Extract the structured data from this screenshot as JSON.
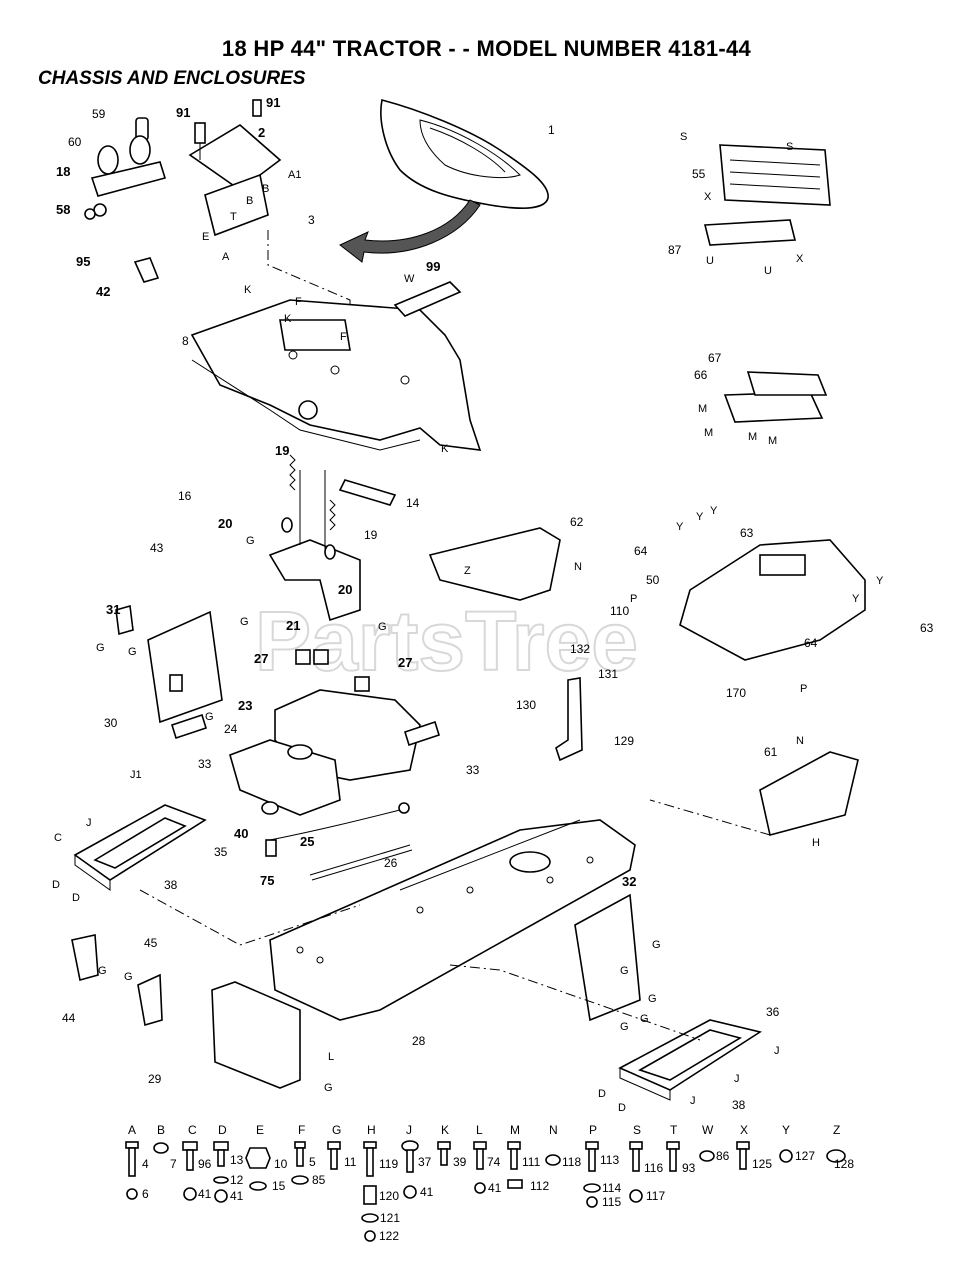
{
  "header": {
    "title": "18 HP 44\" TRACTOR - - MODEL NUMBER 4181-44",
    "section": "CHASSIS AND ENCLOSURES"
  },
  "watermark": {
    "text": "PartsTree",
    "mark": "TM"
  },
  "callouts": {
    "c1": "1",
    "c2": "2",
    "c3": "3",
    "c8": "8",
    "c14": "14",
    "c16": "16",
    "c18": "18",
    "c19a": "19",
    "c19b": "19",
    "c20a": "20",
    "c20b": "20",
    "c21": "21",
    "c23": "23",
    "c24": "24",
    "c25": "25",
    "c26": "26",
    "c27a": "27",
    "c27b": "27",
    "c28": "28",
    "c29": "29",
    "c30": "30",
    "c31": "31",
    "c32": "32",
    "c33a": "33",
    "c33b": "33",
    "c35": "35",
    "c36": "36",
    "c38a": "38",
    "c38b": "38",
    "c40": "40",
    "c42": "42",
    "c43": "43",
    "c44": "44",
    "c45": "45",
    "c50": "50",
    "c55": "55",
    "c58": "58",
    "c59": "59",
    "c60": "60",
    "c61": "61",
    "c62": "62",
    "c63a": "63",
    "c63b": "63",
    "c64a": "64",
    "c64b": "64",
    "c66": "66",
    "c67": "67",
    "c75": "75",
    "c87": "87",
    "c91a": "91",
    "c91b": "91",
    "c95": "95",
    "c99": "99",
    "c110": "110",
    "c129": "129",
    "c130": "130",
    "c131": "131",
    "c132": "132",
    "c170": "170"
  },
  "letters": {
    "A": "A",
    "B": "B",
    "C": "C",
    "D": "D",
    "E": "E",
    "F": "F",
    "G": "G",
    "H": "H",
    "J": "J",
    "K": "K",
    "L": "L",
    "M": "M",
    "N": "N",
    "P": "P",
    "S": "S",
    "T": "T",
    "U": "U",
    "W": "W",
    "X": "X",
    "Y": "Y",
    "Z": "Z",
    "A1": "A1",
    "J1": "J1"
  },
  "hardware_legend": [
    {
      "letter": "A",
      "parts": [
        "4",
        "6"
      ]
    },
    {
      "letter": "B",
      "parts": [
        "7"
      ]
    },
    {
      "letter": "C",
      "parts": [
        "96",
        "41"
      ]
    },
    {
      "letter": "D",
      "parts": [
        "13",
        "12",
        "41"
      ]
    },
    {
      "letter": "E",
      "parts": [
        "10",
        "15"
      ]
    },
    {
      "letter": "F",
      "parts": [
        "5",
        "85"
      ]
    },
    {
      "letter": "G",
      "parts": [
        "11"
      ]
    },
    {
      "letter": "H",
      "parts": [
        "119",
        "120",
        "121",
        "122"
      ]
    },
    {
      "letter": "J",
      "parts": [
        "37",
        "41"
      ]
    },
    {
      "letter": "K",
      "parts": [
        "39"
      ]
    },
    {
      "letter": "L",
      "parts": [
        "74",
        "41"
      ]
    },
    {
      "letter": "M",
      "parts": [
        "111",
        "112"
      ]
    },
    {
      "letter": "N",
      "parts": [
        "118"
      ]
    },
    {
      "letter": "P",
      "parts": [
        "113",
        "114",
        "115"
      ]
    },
    {
      "letter": "S",
      "parts": [
        "116",
        "117"
      ]
    },
    {
      "letter": "T",
      "parts": [
        "93"
      ]
    },
    {
      "letter": "W",
      "parts": [
        "86"
      ]
    },
    {
      "letter": "X",
      "parts": [
        "125"
      ]
    },
    {
      "letter": "Y",
      "parts": [
        "127"
      ]
    },
    {
      "letter": "Z",
      "parts": [
        "128"
      ]
    }
  ]
}
